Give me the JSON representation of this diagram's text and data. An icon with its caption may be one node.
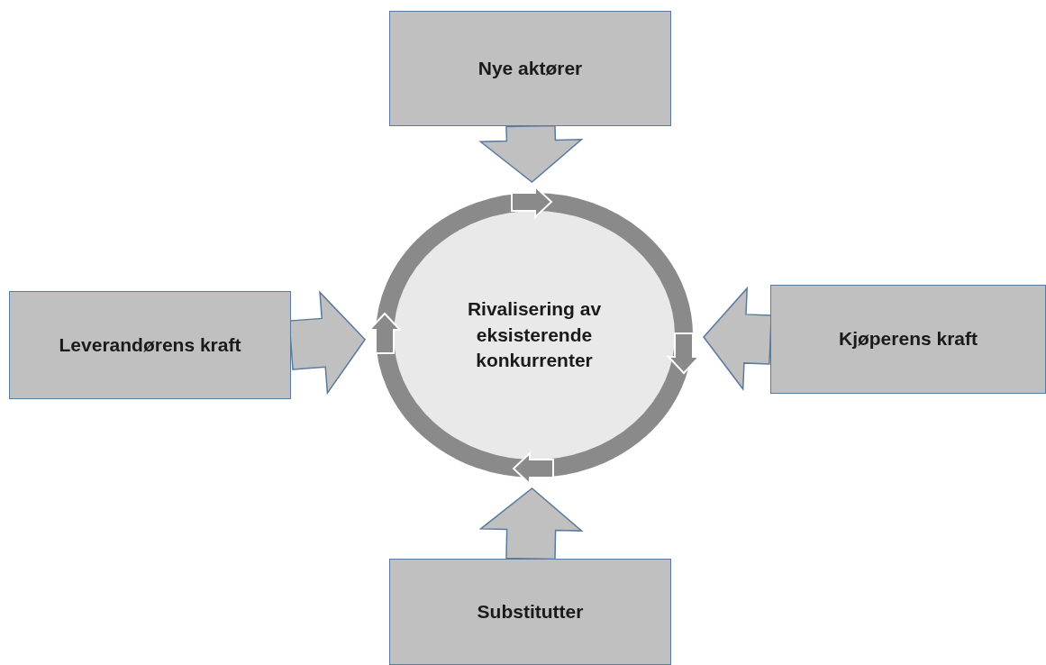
{
  "diagram": {
    "nodes": [
      {
        "text": [
          "Nye aktører"
        ]
      },
      {
        "text": [
          "Leverandørens kraft"
        ]
      },
      {
        "text": [
          "Rivalisering av eksisterende konkurrenter"
        ]
      },
      {
        "text": [
          "Kjøperens kraft"
        ]
      },
      {
        "text": [
          "Substitutter"
        ]
      }
    ],
    "edges": [
      {
        "from": 0,
        "to": 2,
        "arrow": "to"
      },
      {
        "from": 1,
        "to": 2,
        "arrow": "to"
      },
      {
        "from": 3,
        "to": 2,
        "arrow": "to"
      },
      {
        "from": 4,
        "to": 2,
        "arrow": "to"
      }
    ]
  }
}
